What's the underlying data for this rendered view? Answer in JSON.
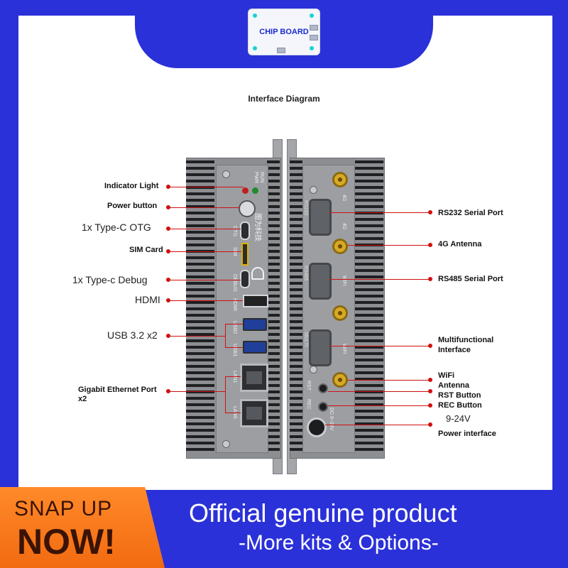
{
  "logo": {
    "text": "CHIP BOARD"
  },
  "title": "Interface Diagram",
  "left_labels": {
    "indicator": "Indicator Light",
    "power": "Power button",
    "typec_otg": "1x Type-C OTG",
    "sim": "SIM Card",
    "typec_debug": "1x Type-c Debug",
    "hdmi": "HDMI",
    "usb": "USB 3.2 x2",
    "ethernet_1": "Gigabit Ethernet Port",
    "ethernet_2": "x2"
  },
  "right_labels": {
    "rs232": "RS232 Serial Port",
    "antenna_4g": "4G Antenna",
    "rs485": "RS485 Serial Port",
    "multi_1": "Multifunctional",
    "multi_2": "Interface",
    "wifi_1": "WiFi",
    "wifi_2": "Antenna",
    "rst": "RST Button",
    "rec": "REC Button",
    "voltage": "9-24V",
    "power_interface": "Power interface"
  },
  "panel_text": {
    "pwr": "PWR",
    "run": "RUN",
    "otg": "OTG",
    "sim": "SIM",
    "debug": "DEBUG",
    "hdmi": "HDMI",
    "usb2": "USB2",
    "usb1": "USB1",
    "lan1": "LAN1",
    "lan0": "LAN0",
    "brand": "图为科技",
    "rs232": "RS232",
    "rs485": "RS485",
    "multi": "MULTI",
    "g4a": "4G",
    "g4b": "4G",
    "wifi1": "WIFI",
    "wifi2": "WIFI",
    "rst": "RST",
    "rec": "REC",
    "dc": "DC 9~24V"
  },
  "banner": {
    "snap_line1": "SNAP UP",
    "snap_line2": "NOW!",
    "official_line1": "Official genuine product",
    "official_line2": "-More kits & Options-"
  },
  "colors": {
    "frame_blue": "#2b31d8",
    "callout_red": "#d01010",
    "banner_orange": "#f26a10"
  }
}
